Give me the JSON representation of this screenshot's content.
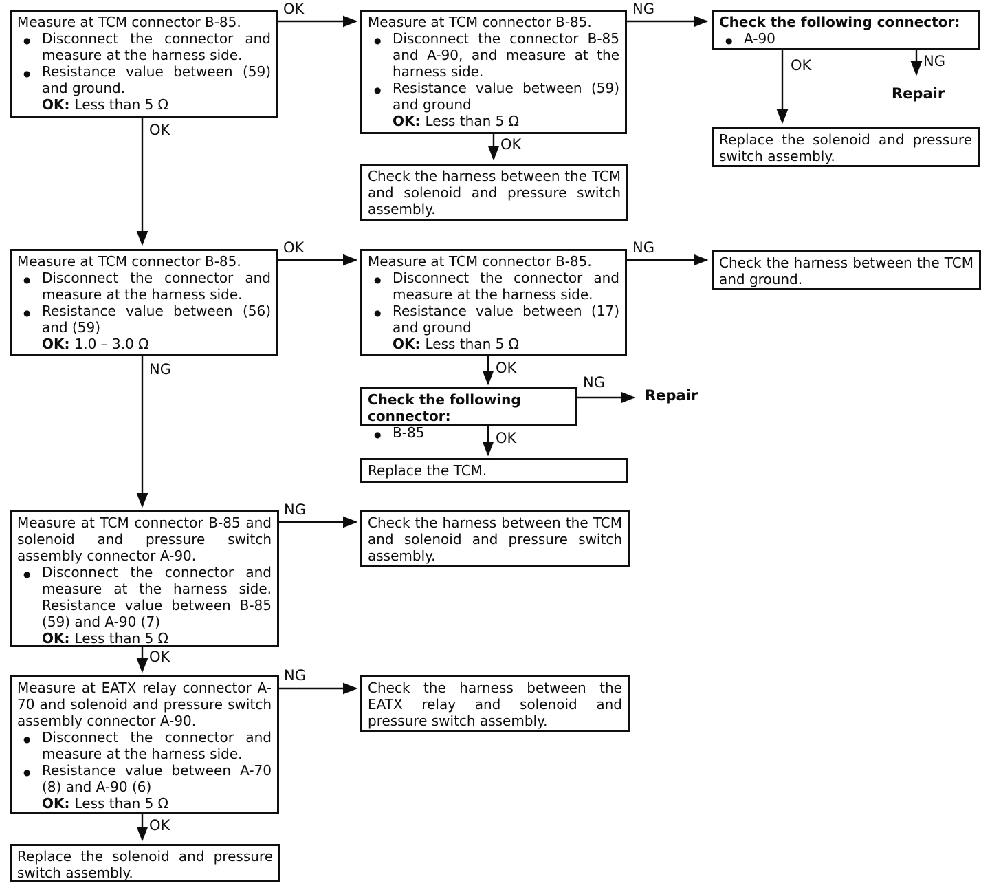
{
  "diagram": {
    "edge_labels": {
      "ok": "OK",
      "ng": "NG"
    },
    "nodes": {
      "a1": {
        "title": "Measure at TCM connector B-85.",
        "bullets": [
          "Disconnect the connector and measure at the harness side.",
          "Resistance value between (59) and ground."
        ],
        "ok_label": "OK:",
        "ok_value": "Less than 5 Ω"
      },
      "b1": {
        "title": "Measure at TCM connector B-85.",
        "bullets": [
          "Disconnect the connector B-85 and A-90, and measure at the harness side.",
          "Resistance value between (59) and ground"
        ],
        "ok_label": "OK:",
        "ok_value": "Less than 5 Ω"
      },
      "c1": {
        "title": "Check the following connector:",
        "bullets": [
          "A-90"
        ]
      },
      "repair1": {
        "text": "Repair"
      },
      "r1": {
        "text": "Replace the solenoid and pressure switch assembly."
      },
      "h1": {
        "text": "Check the harness between the TCM and solenoid and pressure switch assembly."
      },
      "a2": {
        "title": "Measure at TCM connector B-85.",
        "bullets": [
          "Disconnect the connector and measure at the harness side.",
          "Resistance value between (56) and (59)"
        ],
        "ok_label": "OK:",
        "ok_value": "1.0 – 3.0 Ω"
      },
      "b2": {
        "title": "Measure at TCM connector B-85.",
        "bullets": [
          "Disconnect the connector and measure at the harness side.",
          "Resistance value between (17) and ground"
        ],
        "ok_label": "OK:",
        "ok_value": "Less than 5 Ω"
      },
      "c2": {
        "text": "Check the harness between the TCM and ground."
      },
      "d2": {
        "title": "Check the following connector:",
        "bullets": [
          "B-85"
        ]
      },
      "repair2": {
        "text": "Repair"
      },
      "r2": {
        "text": "Replace the TCM."
      },
      "a3": {
        "title": "Measure at TCM connector B-85 and solenoid and pressure switch assembly connector A-90.",
        "bullets": [
          "Disconnect the connector and measure at the harness side. Resistance value between B-85 (59) and A-90 (7)"
        ],
        "ok_label": "OK:",
        "ok_value": "Less than 5 Ω"
      },
      "h3": {
        "text": "Check the harness between the TCM and solenoid and pressure switch assembly."
      },
      "a4": {
        "title": "Measure at EATX relay connector A-70 and solenoid and pressure switch assembly connector A-90.",
        "bullets": [
          "Disconnect the connector and measure at the harness side.",
          "Resistance value between A-70 (8) and A-90 (6)"
        ],
        "ok_label": "OK:",
        "ok_value": "Less than 5 Ω"
      },
      "h4": {
        "text": "Check the harness between the EATX relay and solenoid and pressure switch assembly."
      },
      "a5": {
        "text": "Replace the solenoid and pressure switch assembly."
      }
    }
  }
}
